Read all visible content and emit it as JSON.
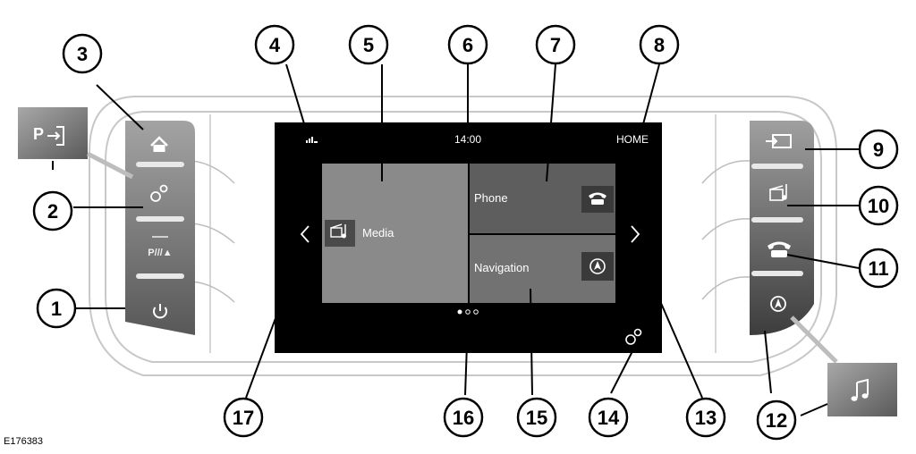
{
  "screen": {
    "clock": "14:00",
    "screen_title": "HOME",
    "tiles": {
      "media_label": "Media",
      "phone_label": "Phone",
      "navigation_label": "Navigation"
    }
  },
  "callouts": [
    "1",
    "2",
    "3",
    "4",
    "5",
    "6",
    "7",
    "8",
    "9",
    "10",
    "11",
    "12",
    "13",
    "14",
    "15",
    "16",
    "17"
  ],
  "insets": {
    "park_icon": "P",
    "music_icon": "music-note-icon"
  },
  "figure_id": "E176383",
  "colors": {
    "screen_bg": "#000000",
    "tile_media": "#8a8a8a",
    "tile_phone": "#5e5e5e",
    "tile_nav": "#727272",
    "button_panel_top": "#9a9a9a",
    "button_panel_bottom": "#4a4a4a"
  }
}
